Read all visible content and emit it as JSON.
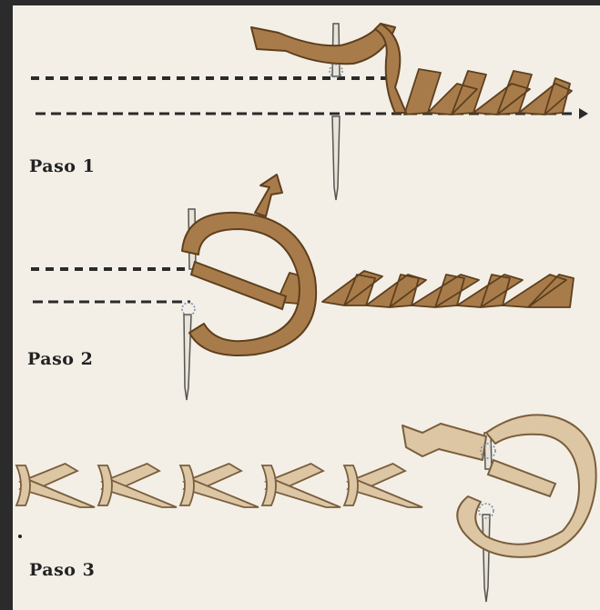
{
  "steps": [
    {
      "label": "Paso 1"
    },
    {
      "label": "Paso 2"
    },
    {
      "label": "Paso 3"
    }
  ],
  "colors": {
    "background": "#f3efe6",
    "frame": "#2b2b2b",
    "ribbon_dark": "#a87c4a",
    "ribbon_dark_edge": "#5e3f1e",
    "ribbon_light": "#dcc6a4",
    "ribbon_light_edge": "#7a5e3c",
    "needle": "#e9e4d8",
    "needle_edge": "#555555",
    "guide_line": "#2a2a2a"
  }
}
